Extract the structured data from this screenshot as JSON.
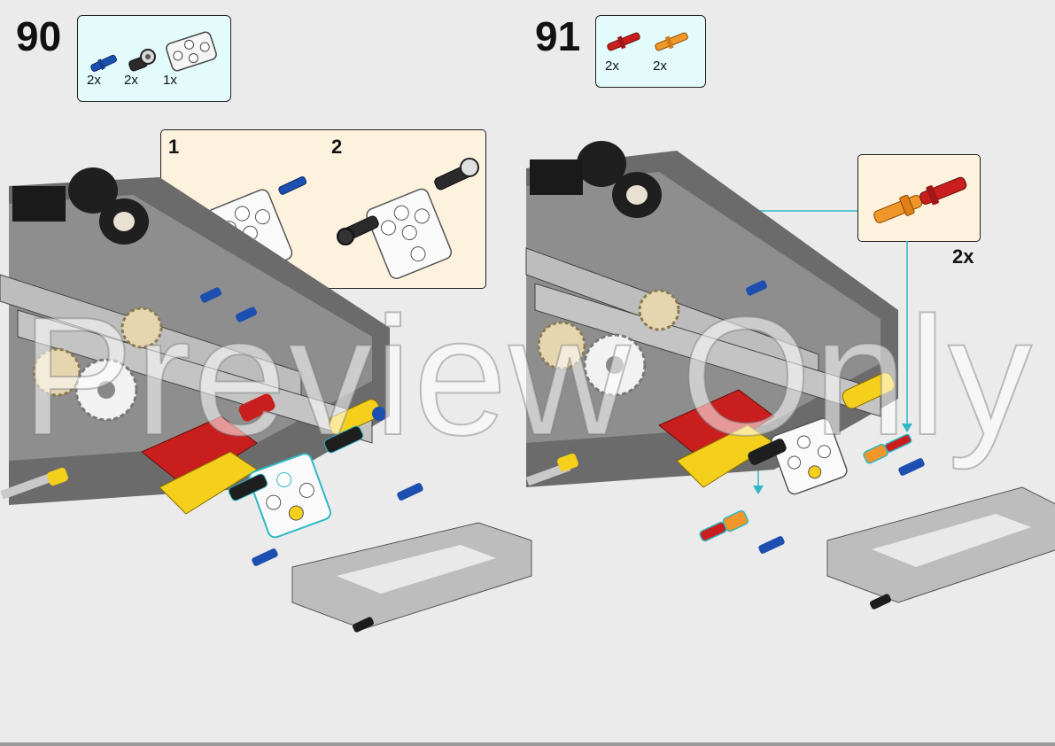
{
  "steps": [
    {
      "number": "90",
      "parts": [
        {
          "qty": "2x",
          "part": "blue-axle-pin"
        },
        {
          "qty": "2x",
          "part": "black-axle-connector"
        },
        {
          "qty": "1x",
          "part": "white-connector-block"
        }
      ],
      "substeps": [
        {
          "label": "1"
        },
        {
          "label": "2"
        }
      ]
    },
    {
      "number": "91",
      "parts": [
        {
          "qty": "2x",
          "part": "red-axle-pin"
        },
        {
          "qty": "2x",
          "part": "orange-axle-pin"
        }
      ],
      "callout_qty": "2x"
    }
  ],
  "watermark": "Preview Only",
  "colors": {
    "parts_box_bg": "#e3fbfb",
    "subassembly_bg": "#fdf2de",
    "guide_line": "#2fb7c4",
    "light_gray": "#b9b9b9",
    "dark_gray": "#5d5d5d",
    "blue": "#1d4fb0",
    "red": "#c81e1e",
    "orange": "#f0962a",
    "yellow": "#f4cf1c",
    "black": "#1c1c1c",
    "tan": "#e6d6b0"
  }
}
